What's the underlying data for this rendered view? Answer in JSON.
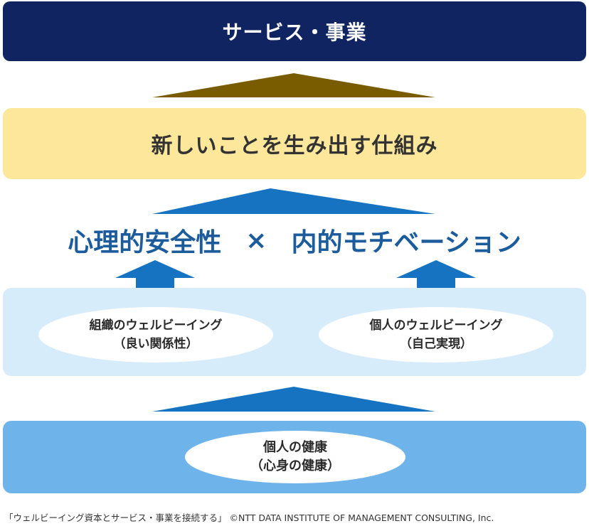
{
  "top_box": {
    "label": "サービス・事業"
  },
  "middle_box": {
    "label": "新しいことを生み出す仕組み"
  },
  "headline": {
    "left": "心理的安全性",
    "operator": "×",
    "right": "内的モチベーション"
  },
  "wellbeing": {
    "organization": {
      "line1": "組織のウェルビーイング",
      "line2": "（良い関係性）"
    },
    "individual": {
      "line1": "個人のウェルビーイング",
      "line2": "（自己実現）"
    }
  },
  "health": {
    "line1": "個人の健康",
    "line2": "（心身の健康）"
  },
  "credit": "「ウェルビーイング資本とサービス・事業を接続する」 ©NTT DATA INSTITUTE OF MANAGEMENT CONSULTING, Inc.",
  "colors": {
    "navy": "#0f2460",
    "cream": "#fde79a",
    "olive_triangle": "#7a5c00",
    "blue_triangle": "#1573c2",
    "headline_text": "#1c5c9c",
    "light_band": "#d7ecfb",
    "mid_band": "#6fb3eb"
  }
}
